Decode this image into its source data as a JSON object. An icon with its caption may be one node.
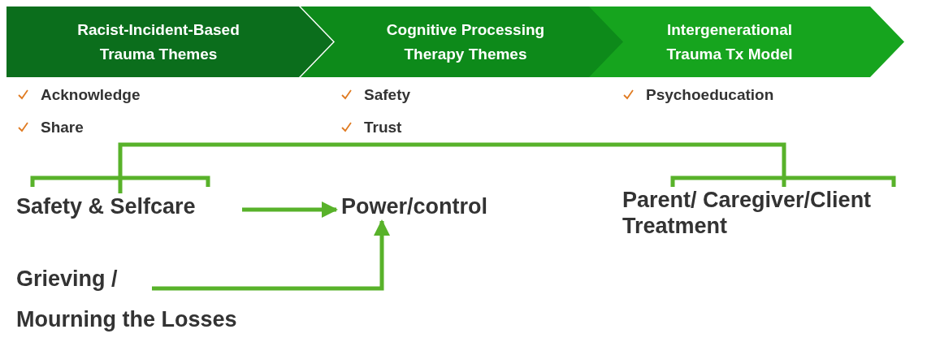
{
  "diagram": {
    "nodes": [
      {
        "text": [
          "Racist-Incident-Based Trauma Themes"
        ],
        "beside": [
          "Acknowledge",
          "Share"
        ]
      },
      {
        "text": [
          "Cognitive Processing Therapy Themes"
        ],
        "beside": [
          "Safety",
          "Trust"
        ]
      },
      {
        "text": [
          "Intergenerational Trauma Tx Model"
        ],
        "beside": [
          "Psychoeducation"
        ]
      },
      {
        "text": [
          "Safety & Selfcare"
        ]
      },
      {
        "text": [
          "Power/control"
        ]
      },
      {
        "text": [
          "Grieving /",
          "Mourning the Losses"
        ]
      },
      {
        "text": [
          "Parent/ Caregiver/Client Treatment"
        ]
      }
    ],
    "edges": [
      {
        "from": 3,
        "to": 4,
        "arrow": "to"
      },
      {
        "from": 5,
        "to": 4,
        "arrow": "to"
      },
      {
        "from": 3,
        "to": 6,
        "arrow": "none"
      }
    ]
  }
}
